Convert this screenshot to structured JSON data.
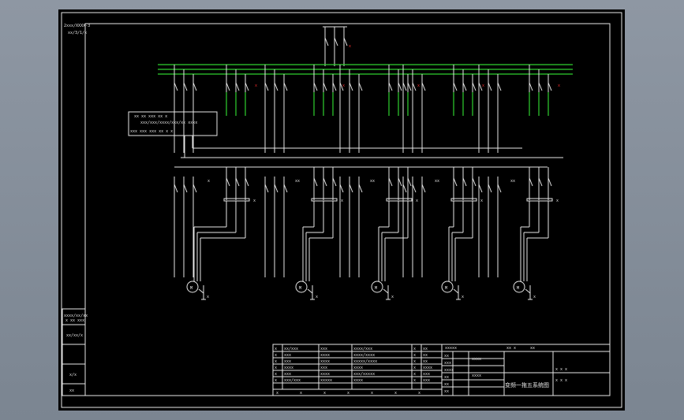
{
  "colors": {
    "background": "#000000",
    "line": "#e6e6e6",
    "bus": "#2fd12f",
    "mark": "#ff3030",
    "viewport": "#8e97a3"
  },
  "side_block": {
    "top_labels": [
      "2xxx/XXXX-3",
      "xx/3/1/x"
    ],
    "cells": [
      "xxxx/xx/xx",
      "x xx xxx",
      "xx/xx/x",
      "x/x",
      "xx"
    ]
  },
  "meter_box": {
    "row1": "xx  xx  xxx  xx  x",
    "row2": "xxx/xxx/xxxx/xxx/xx  xxxx",
    "row3": "xxx  xxx   xxx   xx  x   x"
  },
  "circuits": [
    {
      "mark": "x",
      "label": "x",
      "mark2": "x"
    },
    {
      "mark": "x",
      "label": "xx",
      "mark2": "x"
    },
    {
      "mark": "x",
      "label": "xx",
      "mark2": "x"
    },
    {
      "mark": "x",
      "label": "xx",
      "mark2": "x"
    },
    {
      "mark": "x",
      "label": "xx",
      "mark2": "x"
    }
  ],
  "title_block": {
    "title": "变频一拖五系统图",
    "rows": [
      [
        "x",
        "xx/xxx",
        "xxx",
        "xxxx/xxx",
        "x",
        "xx"
      ],
      [
        "x",
        "xxx",
        "xxxx",
        "xxxx/xxxx",
        "x",
        "xx"
      ],
      [
        "x",
        "xxx",
        "xxxx",
        "xxxxx/xxxx",
        "x",
        "xx"
      ],
      [
        "x",
        "xxxx",
        "xxx",
        "xxxx",
        "x",
        "xxxx"
      ],
      [
        "x",
        "xxx",
        "xxxx",
        "xxx/xxxxx",
        "x",
        "xxx"
      ],
      [
        "x",
        "xxx/xxx",
        "xxxxx",
        "xxxx",
        "x",
        "xxx"
      ]
    ],
    "footer": [
      "x",
      "x",
      "x",
      "x",
      "x",
      "x",
      "x"
    ],
    "sign_rows": [
      "xx",
      "xxx",
      "xxxx",
      "xx",
      "xx",
      "xx"
    ],
    "right_cells": [
      "xx  x",
      "xx",
      "x  x  x",
      "x  x  x"
    ],
    "mid_cells": [
      "xxxxx",
      "xxxx",
      "xxxx"
    ]
  }
}
